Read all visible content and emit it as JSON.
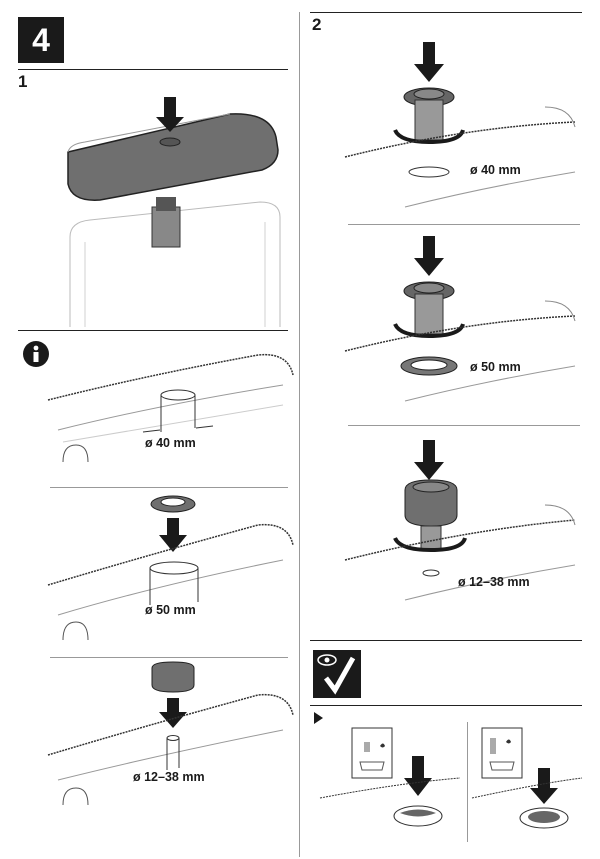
{
  "step": {
    "number": "4"
  },
  "left": {
    "substep_label": "1",
    "info_icon": "info-icon",
    "dimensions": [
      "ø 40 mm",
      "ø 50 mm",
      "ø 12–38 mm"
    ]
  },
  "right": {
    "substep_label": "2",
    "dimensions": [
      "ø 40 mm",
      "ø 50 mm",
      "ø 12–38 mm"
    ]
  },
  "check": {
    "icon": "eye-check-icon",
    "bullet": "play-bullet-icon"
  },
  "colors": {
    "ink": "#1a1a1a",
    "part_gray": "#6f6f6f",
    "outline_gray": "#9a9a9a"
  }
}
